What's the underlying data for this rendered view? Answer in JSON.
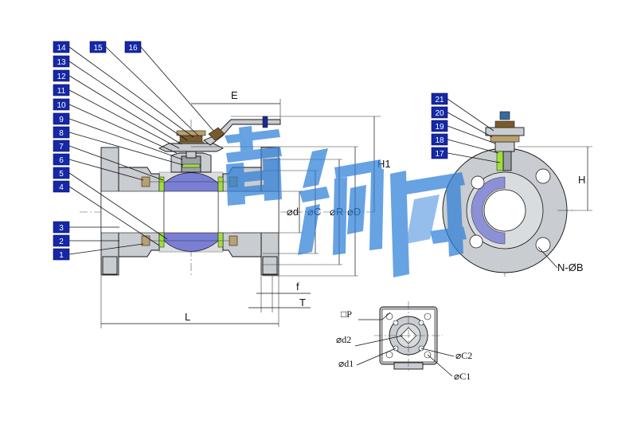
{
  "callouts_left": [
    "14",
    "13",
    "12",
    "11",
    "10",
    "9",
    "8",
    "7",
    "6",
    "5",
    "4",
    "3",
    "2",
    "1"
  ],
  "callouts_top": [
    "15",
    "16"
  ],
  "callouts_right": [
    "21",
    "20",
    "19",
    "18",
    "17"
  ],
  "dims": {
    "E": "E",
    "H1": "H1",
    "d": "⌀d",
    "C": "⌀C",
    "R": "⌀R",
    "D": "⌀D",
    "f": "f",
    "T": "T",
    "L": "L",
    "H": "H",
    "NB": "N-ØB",
    "P": "□P",
    "d2": "⌀d2",
    "d1": "⌀d1",
    "C2": "⌀C2",
    "C1": "⌀C1"
  },
  "watermark": "雷纳阀",
  "colors": {
    "callout_box": "#1428a8",
    "ball": "#7a7fd6",
    "seat": "#9fe03a",
    "watermark": "#2e7fd8"
  }
}
